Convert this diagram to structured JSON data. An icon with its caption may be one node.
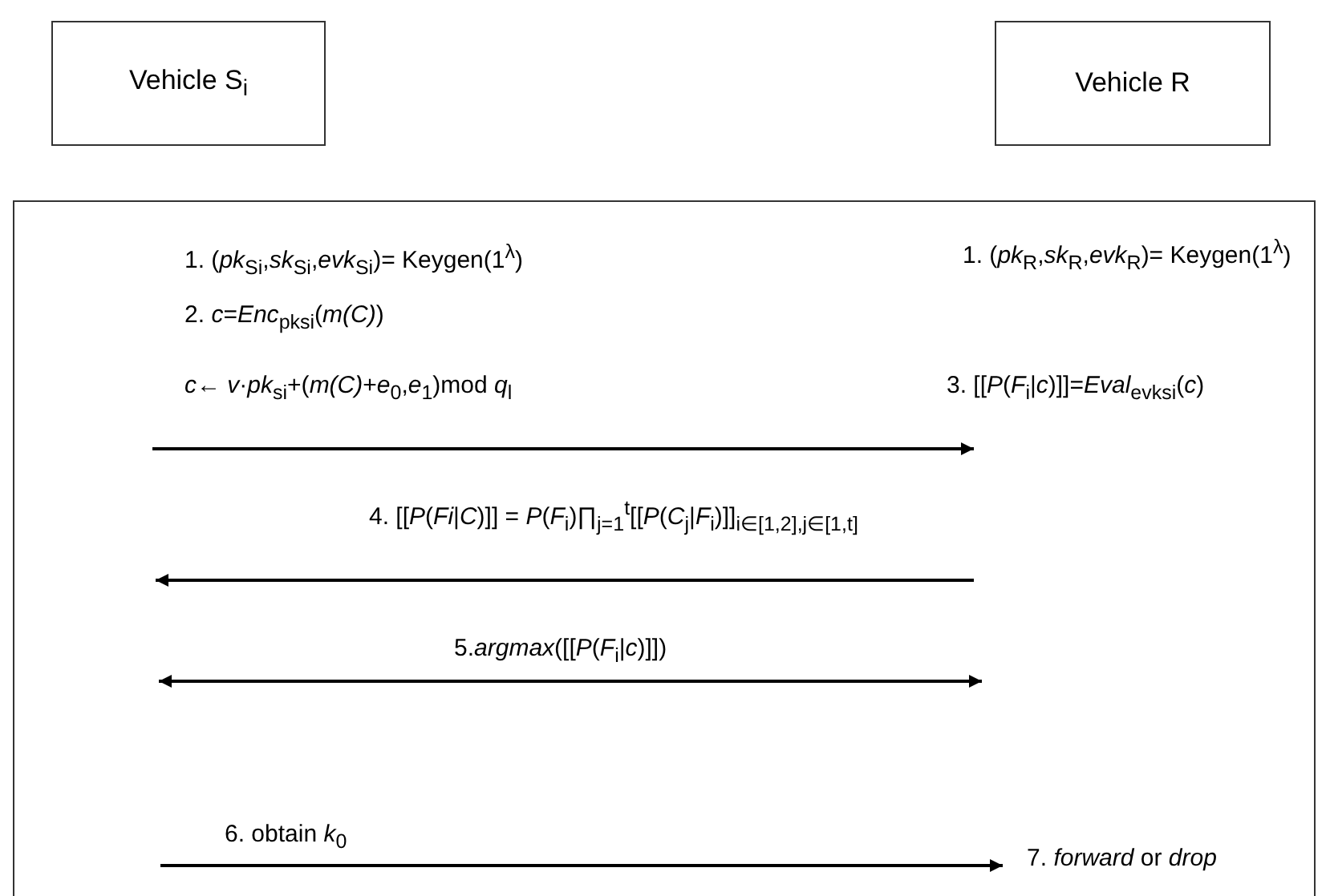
{
  "diagram": {
    "nodes": [
      {
        "text": [
          "Vehicle S$_{i}$"
        ]
      },
      {
        "text": [
          "Vehicle R"
        ]
      },
      {
        "text": [],
        "shape": "box"
      }
    ],
    "edges": [],
    "labels": [
      "1. (*pk*$_{Si}$,*sk*$_{Si}$,*evk*$_{Si}$)= Keygen(1$^{λ}$)",
      "1. (*pk*$_{R}$,*sk*$_{R}$,*evk*$_{R}$)= Keygen(1$^{λ}$)",
      "2. *c*=*Enc*$_{pksi}$(*m(C)*)",
      "*c*← *v*·*pk*$_{si}$+(*m(C)*+*e*$_{0}$,*e*$_{1}$)mod *q*$_{l}$",
      "3. [[*P*(*F*$_{i}$|*c*)]]=*Eval*$_{evksi}$(*c*)",
      "4. [[*P*(*Fi*|*C*)]] = *P*(*F*$_{i}$)∏$_{j=1}$$^{t}$[[*P*(*C*$_{j}$|*F*$_{i}$)]]$_{i∈[1,2],j∈[1,t]}$",
      "5.*argmax*([[*P*(*F*$_{i}$|*c*)]])",
      "6. obtain *k*$_{0}$",
      "7. *forward* or *drop*"
    ]
  }
}
